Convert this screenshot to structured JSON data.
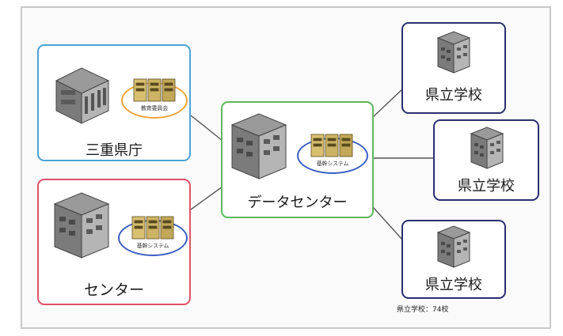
{
  "nodes": {
    "mie_prefecture": {
      "label": "三重県庁",
      "oval_label": "教育委員会",
      "border_color": "#4aa3d8",
      "oval_color": "#f0a53a"
    },
    "center": {
      "label": "センター",
      "oval_label": "基幹システム",
      "border_color": "#e0506a",
      "oval_color": "#3a5ec0"
    },
    "data_center": {
      "label": "データセンター",
      "oval_label": "基幹システム",
      "border_color": "#5cb85c",
      "oval_color": "#3a5ec0"
    },
    "schools": [
      {
        "label": "県立学校"
      },
      {
        "label": "県立学校"
      },
      {
        "label": "県立学校"
      }
    ],
    "school_border_color": "#2b2f6e"
  },
  "footnote": "県立学校：74校",
  "icons": {
    "building": "building-icon",
    "servers": "server-rack-icon"
  },
  "link_color": "#555555"
}
